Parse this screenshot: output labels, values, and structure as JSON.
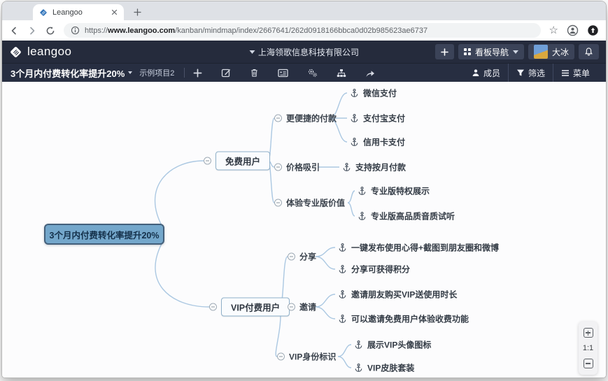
{
  "browser": {
    "tab_title": "Leangoo",
    "url": {
      "scheme": "https://",
      "host": "www.leangoo.com",
      "path": "/kanban/mindmap/index/2667641/262d0918166bbca0d02b985623ae6737"
    }
  },
  "header": {
    "logo_text": "leangoo",
    "org_name": "上海领歌信息科技有限公司",
    "nav_button_label": "看板导航",
    "user_name": "大冰"
  },
  "toolbar": {
    "board_title": "3个月内付费转化率提升20%",
    "project_name": "示例项目2",
    "members_label": "成员",
    "filter_label": "筛选",
    "menu_label": "菜单"
  },
  "mindmap": {
    "root": {
      "label": "3个月内付费转化率提升20%"
    },
    "branches": [
      {
        "label": "免费用户",
        "children": [
          {
            "label": "更便捷的付款",
            "children": [
              {
                "label": "微信支付"
              },
              {
                "label": "支付宝支付"
              },
              {
                "label": "信用卡支付"
              }
            ]
          },
          {
            "label": "价格吸引",
            "children": [
              {
                "label": "支持按月付款"
              }
            ]
          },
          {
            "label": "体验专业版价值",
            "children": [
              {
                "label": "专业版特权展示"
              },
              {
                "label": "专业版高品质音质试听"
              }
            ]
          }
        ]
      },
      {
        "label": "VIP付费用户",
        "children": [
          {
            "label": "分享",
            "children": [
              {
                "label": "一键发布使用心得+截图到朋友圈和微博"
              },
              {
                "label": "分享可获得积分"
              }
            ]
          },
          {
            "label": "邀请",
            "children": [
              {
                "label": "邀请朋友购买VIP送使用时长"
              },
              {
                "label": "可以邀请免费用户体验收费功能"
              }
            ]
          },
          {
            "label": "VIP身份标识",
            "children": [
              {
                "label": "展示VIP头像图标"
              },
              {
                "label": "VIP皮肤套装"
              }
            ]
          }
        ]
      }
    ]
  },
  "zoom_controls": {
    "reset_label": "1:1"
  },
  "colors": {
    "header_bg": "#252b3c",
    "toolbar_bg": "#272e41",
    "root_fill": "#74a7cb",
    "root_border": "#44607b",
    "branch_border": "#8fb0c9",
    "connector": "#abc8e2"
  },
  "icons": {
    "favicon": "leangoo-diamond",
    "tab_close": "×",
    "new_tab": "+",
    "back": "←",
    "forward": "→",
    "refresh": "⟳",
    "page_info": "ⓘ",
    "bookmark_star": "☆",
    "profile": "person-circle",
    "browser_orb": "dark-circle",
    "header_add": "+",
    "boards_grid": "grid-2x2",
    "notifications": "bell",
    "toolbar_icons": [
      "plus",
      "edit",
      "trash",
      "card",
      "cogs",
      "sitemap",
      "share"
    ],
    "members": "person",
    "filter": "funnel",
    "menu": "hamburger",
    "collapse_toggle": "minus-circle",
    "leaf": "anchor",
    "zoom_in": "+",
    "zoom_out": "−"
  }
}
